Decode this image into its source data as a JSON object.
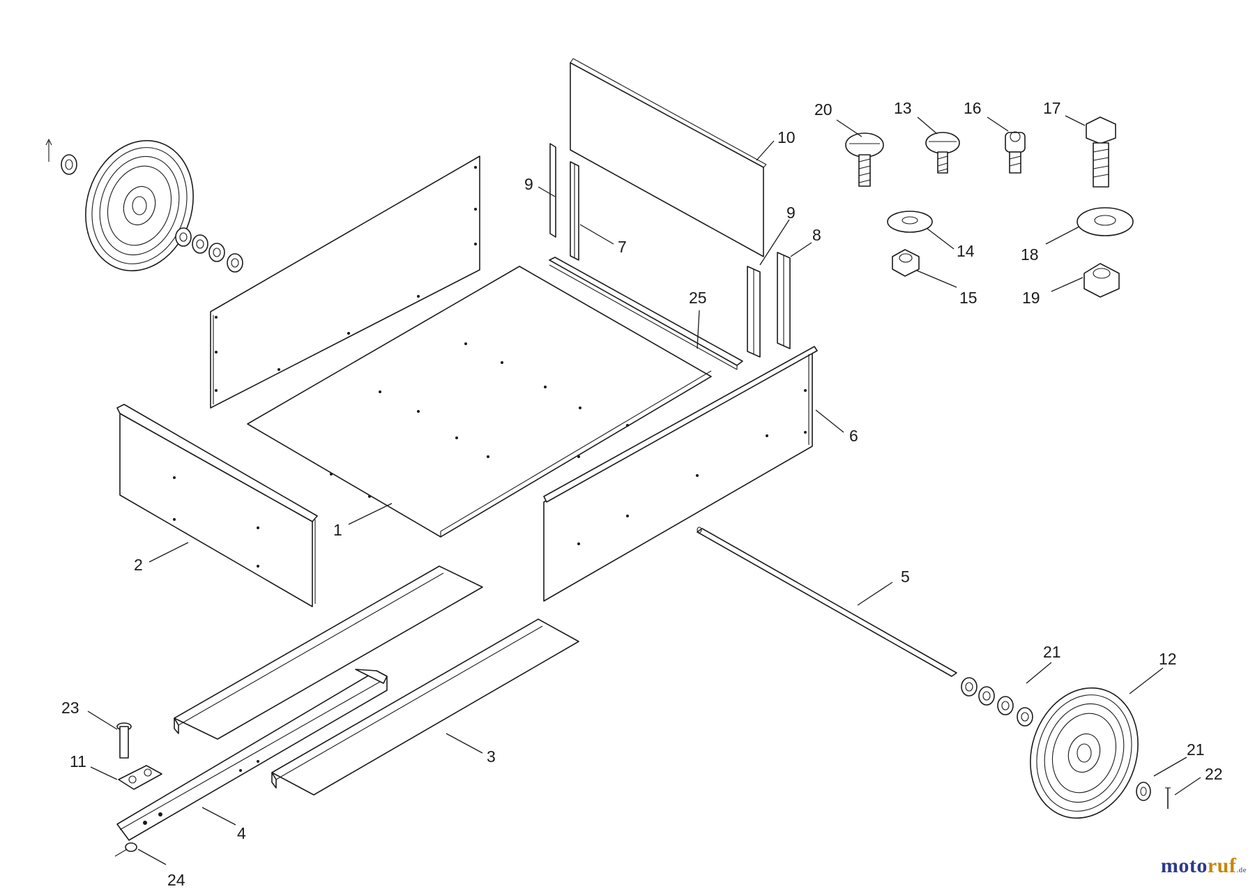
{
  "callouts": [
    {
      "id": "c20",
      "label": "20"
    },
    {
      "id": "c13",
      "label": "13"
    },
    {
      "id": "c16",
      "label": "16"
    },
    {
      "id": "c17",
      "label": "17"
    },
    {
      "id": "c10",
      "label": "10"
    },
    {
      "id": "c9a",
      "label": "9"
    },
    {
      "id": "c7",
      "label": "7"
    },
    {
      "id": "c9b",
      "label": "9"
    },
    {
      "id": "c8",
      "label": "8"
    },
    {
      "id": "c14",
      "label": "14"
    },
    {
      "id": "c18",
      "label": "18"
    },
    {
      "id": "c15",
      "label": "15"
    },
    {
      "id": "c19",
      "label": "19"
    },
    {
      "id": "c25",
      "label": "25"
    },
    {
      "id": "c6",
      "label": "6"
    },
    {
      "id": "c1",
      "label": "1"
    },
    {
      "id": "c2",
      "label": "2"
    },
    {
      "id": "c5",
      "label": "5"
    },
    {
      "id": "c21a",
      "label": "21"
    },
    {
      "id": "c12",
      "label": "12"
    },
    {
      "id": "c23",
      "label": "23"
    },
    {
      "id": "c11",
      "label": "11"
    },
    {
      "id": "c3",
      "label": "3"
    },
    {
      "id": "c4",
      "label": "4"
    },
    {
      "id": "c21b",
      "label": "21"
    },
    {
      "id": "c22",
      "label": "22"
    },
    {
      "id": "c24",
      "label": "24"
    }
  ],
  "watermark": {
    "part1": "moto",
    "part2": "ruf",
    "tld": ".de"
  }
}
